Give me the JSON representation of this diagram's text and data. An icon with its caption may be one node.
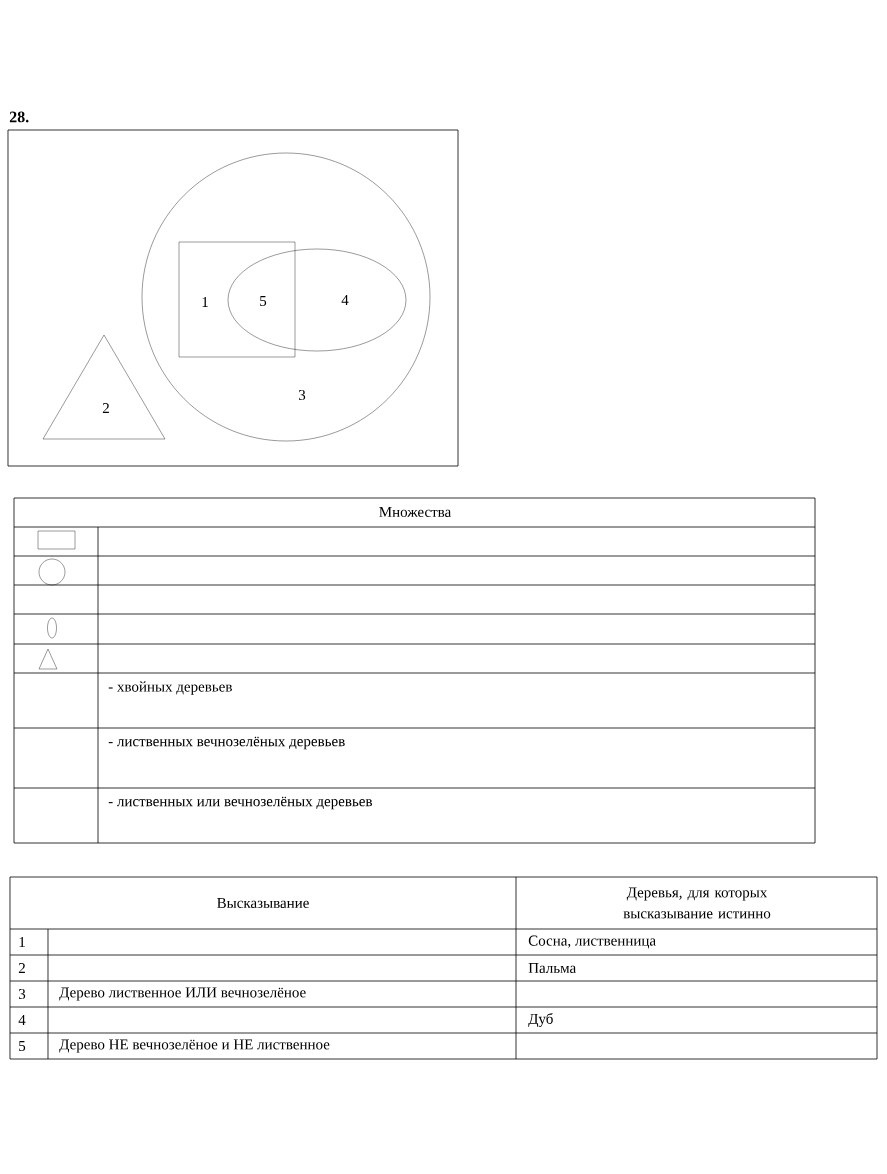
{
  "diagram": {
    "nodes": [
      {
        "text": [],
        "shape": "box"
      },
      {
        "text": [
          "3"
        ],
        "in": 0
      },
      {
        "text": [
          "1"
        ],
        "in": 1
      },
      {
        "text": [
          "4"
        ],
        "in": 1
      },
      {
        "text": [
          "2"
        ],
        "in": 0
      }
    ],
    "labels": [
      "28.",
      "5",
      "Множества",
      "- хвойных деревьев",
      "- лиственных вечнозелёных деревьев",
      "- лиственных или вечнозелёных деревьев",
      "Высказывание",
      "Деревья, для которых высказывание истинно",
      "1",
      "Сосна, лиственница",
      "2",
      "Пальма",
      "3",
      "Дерево лиственное ИЛИ вечнозелёное",
      "4",
      "Дуб",
      "5",
      "Дерево НЕ вечнозелёное и НЕ лиственное"
    ]
  }
}
